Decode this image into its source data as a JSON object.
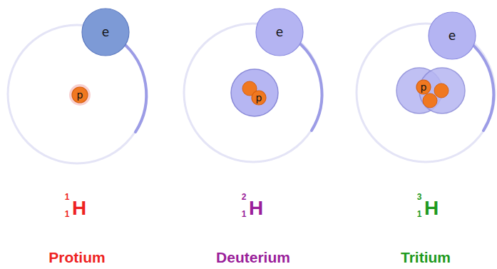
{
  "diagram": {
    "nodes": [
      {
        "text": [
          "e"
        ]
      },
      {
        "text": [
          "p"
        ]
      },
      {
        "text": [
          "e"
        ]
      },
      {
        "text": [
          "p"
        ]
      },
      {
        "text": [
          "e"
        ]
      },
      {
        "text": [
          "p"
        ]
      }
    ],
    "labels": [
      "1",
      "1",
      "H",
      "Protium",
      "2",
      "1",
      "H",
      "Deuterium",
      "3",
      "1",
      "H",
      "Tritium"
    ]
  }
}
